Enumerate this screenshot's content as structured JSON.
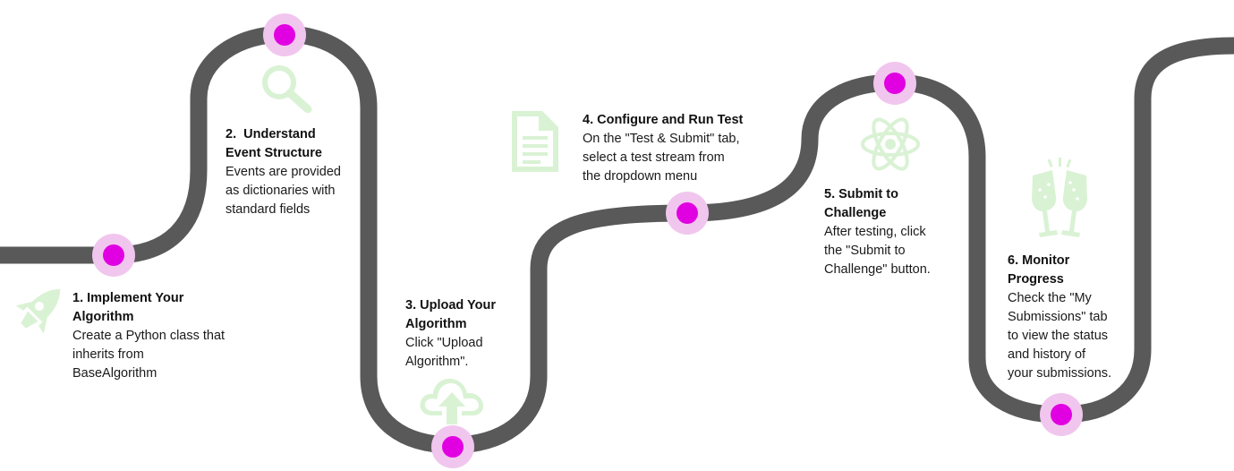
{
  "colors": {
    "road": "#595959",
    "milestone_halo": "#f1c6ee",
    "milestone_dot": "#e100e1",
    "icon": "#d9f2d4"
  },
  "steps": [
    {
      "title_lines": [
        "1. Implement Your",
        "Algorithm"
      ],
      "desc_lines": [
        "Create a Python class that",
        "inherits from",
        "BaseAlgorithm"
      ],
      "icon": "rocket-icon"
    },
    {
      "title_lines": [
        "2.  Understand",
        "Event Structure"
      ],
      "desc_lines": [
        "Events are provided",
        "as dictionaries with",
        "standard fields"
      ],
      "icon": "magnifier-icon"
    },
    {
      "title_lines": [
        "3. Upload Your",
        "Algorithm"
      ],
      "desc_lines": [
        "Click \"Upload",
        "Algorithm\"."
      ],
      "icon": "cloud-upload-icon"
    },
    {
      "title_lines": [
        "4. Configure and Run Test"
      ],
      "desc_lines": [
        "On the \"Test & Submit\" tab,",
        "select a test stream from",
        "the dropdown menu"
      ],
      "icon": "document-icon"
    },
    {
      "title_lines": [
        "5. Submit to",
        "Challenge"
      ],
      "desc_lines": [
        "After testing, click",
        "the \"Submit to",
        "Challenge\" button."
      ],
      "icon": "atom-icon"
    },
    {
      "title_lines": [
        "6. Monitor",
        "Progress"
      ],
      "desc_lines": [
        "Check the \"My",
        "Submissions\" tab",
        "to view the status",
        "and history of",
        "your submissions."
      ],
      "icon": "champagne-icon"
    }
  ]
}
